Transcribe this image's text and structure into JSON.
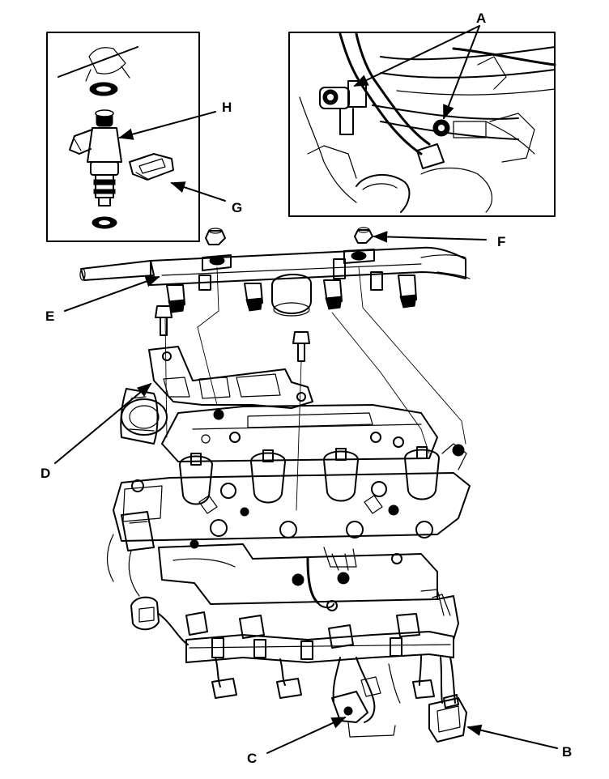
{
  "labels": {
    "a": "A",
    "b": "B",
    "c": "C",
    "d": "D",
    "e": "E",
    "f": "F",
    "g": "G",
    "h": "H"
  }
}
